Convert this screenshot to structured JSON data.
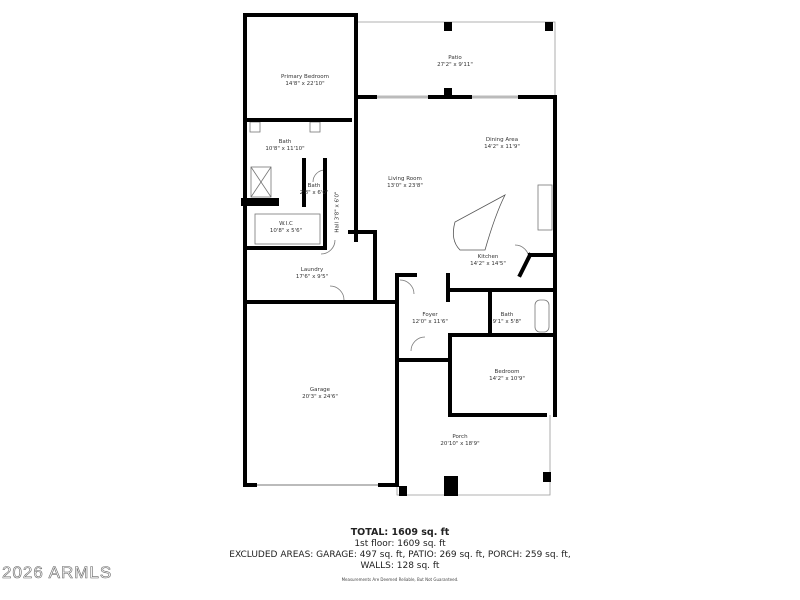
{
  "rooms": {
    "primary_bedroom": {
      "name": "Primary Bedroom",
      "dims": "14'8\" x 22'10\""
    },
    "patio": {
      "name": "Patio",
      "dims": "27'2\" x 9'11\""
    },
    "primary_bath": {
      "name": "Bath",
      "dims": "10'8\" x 11'10\""
    },
    "dining": {
      "name": "Dining Area",
      "dims": "14'2\" x 11'9\""
    },
    "wc_bath": {
      "name": "Bath",
      "dims": "2'8\" x 6'0\""
    },
    "living": {
      "name": "Living Room",
      "dims": "13'0\" x 23'8\""
    },
    "hall": {
      "name": "Hall",
      "dims": "3'8\" x 6'0\""
    },
    "wic": {
      "name": "W.I.C",
      "dims": "10'8\" x 5'6\""
    },
    "kitchen": {
      "name": "Kitchen",
      "dims": "14'2\" x 14'5\""
    },
    "laundry": {
      "name": "Laundry",
      "dims": "17'6\" x 9'5\""
    },
    "foyer": {
      "name": "Foyer",
      "dims": "12'0\" x 11'6\""
    },
    "bath2": {
      "name": "Bath",
      "dims": "9'1\" x 5'8\""
    },
    "bedroom": {
      "name": "Bedroom",
      "dims": "14'2\" x 10'9\""
    },
    "garage": {
      "name": "Garage",
      "dims": "20'3\" x 24'6\""
    },
    "porch": {
      "name": "Porch",
      "dims": "20'10\" x 18'9\""
    }
  },
  "summary": {
    "total": "TOTAL: 1609 sq. ft",
    "floor": "1st floor: 1609 sq. ft",
    "excluded": "EXCLUDED AREAS: GARAGE: 497 sq. ft, PATIO: 269 sq. ft, PORCH: 259 sq. ft,",
    "walls": "WALLS: 128 sq. ft",
    "disclaimer": "Measurements Are Deemed Reliable, But Not Guaranteed."
  },
  "watermark": "2026 ARMLS"
}
